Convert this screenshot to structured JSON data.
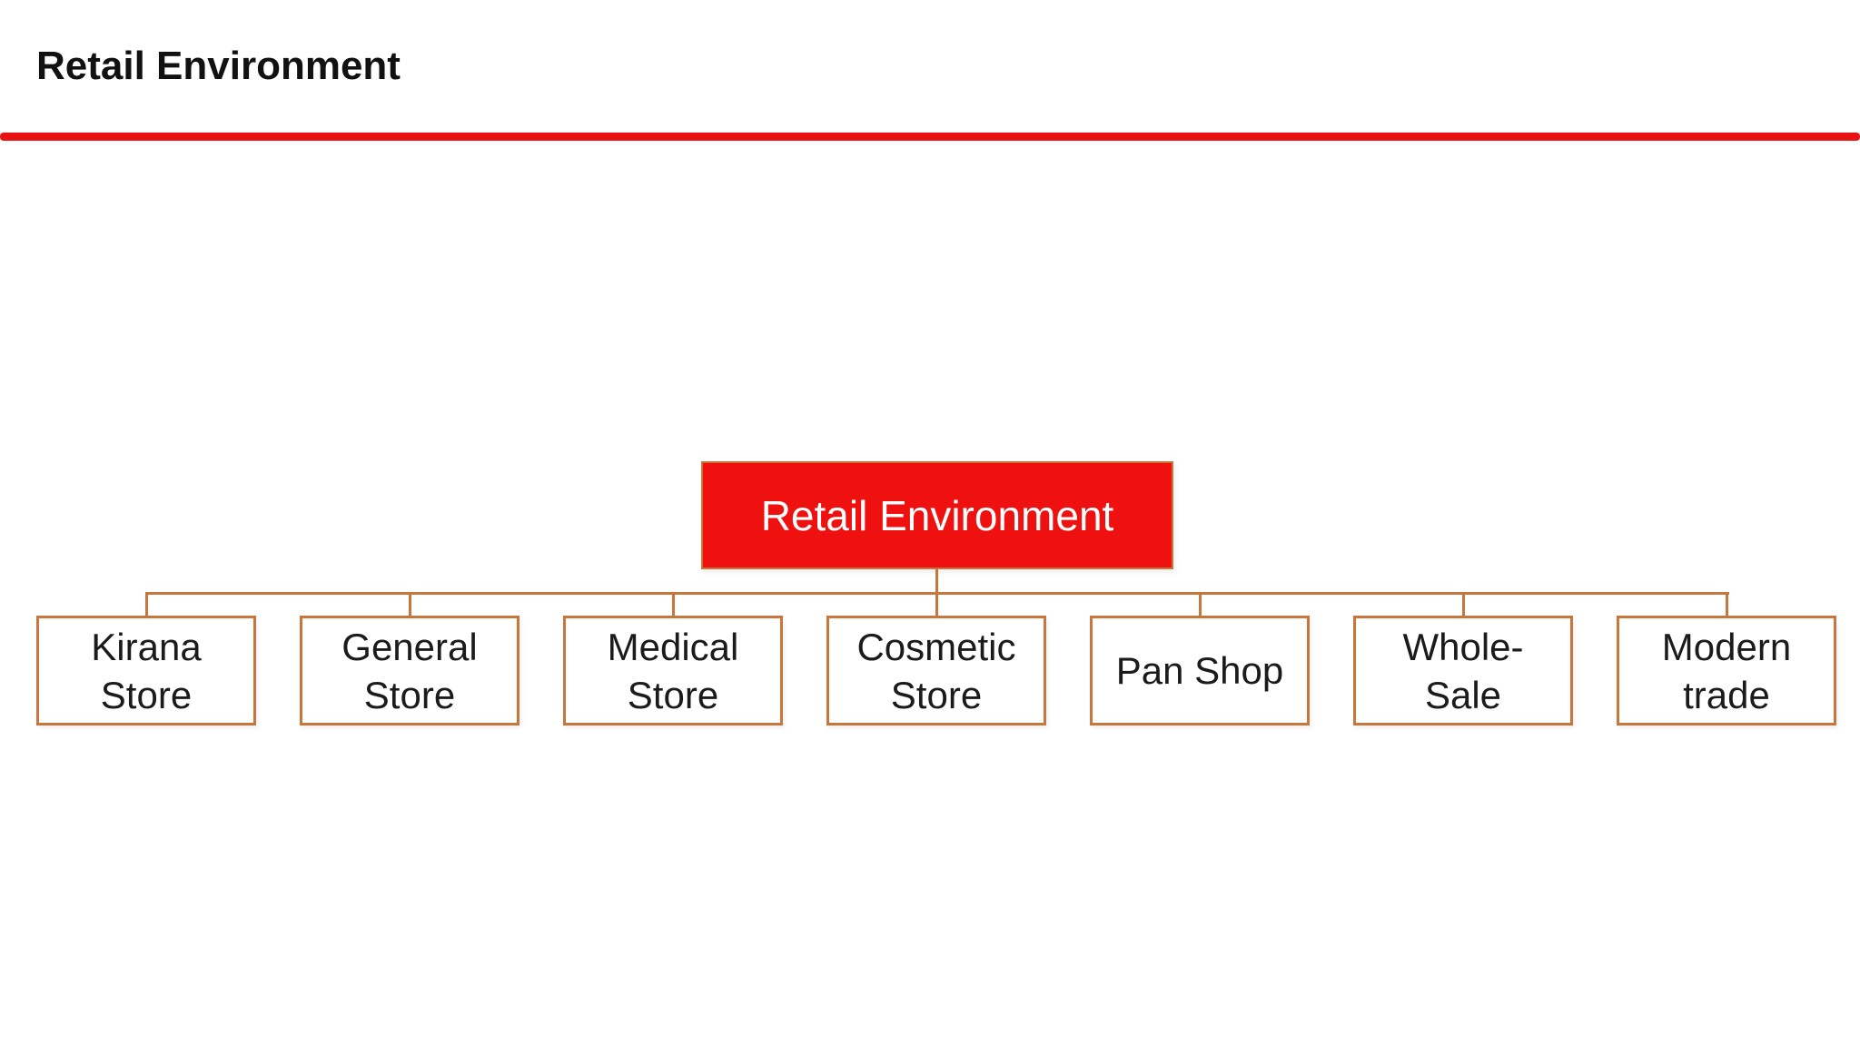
{
  "slide": {
    "title": "Retail Environment",
    "accent_color": "#e81212",
    "connector_color": "#c9763d"
  },
  "diagram": {
    "root": {
      "label": "Retail Environment",
      "fill_color": "#ef1010",
      "text_color": "#ffffff"
    },
    "children": [
      {
        "label": "Kirana\nStore"
      },
      {
        "label": "General\nStore"
      },
      {
        "label": "Medical\nStore"
      },
      {
        "label": "Cosmetic\nStore"
      },
      {
        "label": "Pan Shop"
      },
      {
        "label": "Whole-\nSale"
      },
      {
        "label": "Modern\ntrade"
      }
    ]
  }
}
